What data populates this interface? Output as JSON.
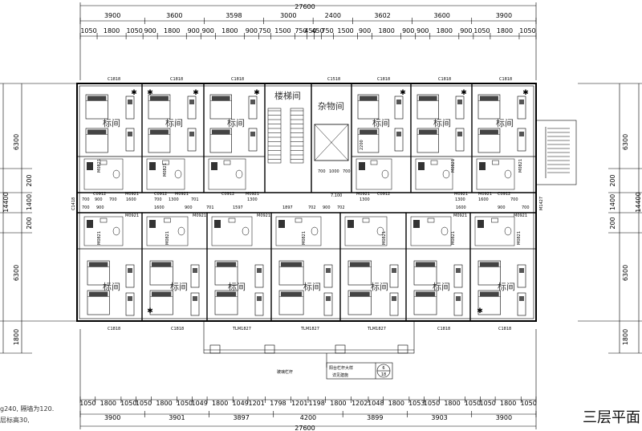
{
  "drawing": {
    "title": "三层平面",
    "notes": [
      "g240, 隔墙为120.",
      "层标高30,"
    ],
    "tag_number": "6",
    "tag_sheet": "18",
    "tag_text_1": "阳台栏杆大样",
    "tag_text_2": "详见建施",
    "glass_rail": "玻璃栏杆"
  },
  "dims": {
    "top_total": "27600",
    "top_bays": [
      "3900",
      "3600",
      "3598",
      "3000",
      "2400",
      "3602",
      "3600",
      "3900"
    ],
    "top_detail": [
      "1050",
      "1800",
      "1050",
      "900",
      "1800",
      "900",
      "900",
      "1800",
      "900",
      "750",
      "1500",
      "750",
      "450",
      "450",
      "750",
      "1500",
      "900",
      "1800",
      "900",
      "900",
      "1800",
      "900",
      "1050",
      "1800",
      "1050"
    ],
    "bottom_detail": [
      "1050",
      "1800",
      "1050",
      "1050",
      "1800",
      "1050",
      "1049",
      "1800",
      "1049",
      "1201",
      "1798",
      "1201",
      "1198",
      "1800",
      "1202",
      "1048",
      "1800",
      "1053",
      "1050",
      "1800",
      "1050",
      "1050",
      "1800",
      "1050"
    ],
    "bottom_bays": [
      "3900",
      "3901",
      "3897",
      "4200",
      "3899",
      "3903",
      "3900"
    ],
    "bottom_total": "27600",
    "left": [
      "6300",
      "200",
      "1400",
      "200",
      "6300",
      "1800"
    ],
    "left_total": "14400",
    "right": [
      "6300",
      "200",
      "1400",
      "200",
      "6300",
      "1800"
    ],
    "right_total": "14400"
  },
  "rooms": {
    "standard": "标间",
    "stair": "楼梯间",
    "storage": "杂物间"
  },
  "labels": {
    "window_c1818": "C1818",
    "window_c1518": "C1518",
    "door_m0921": "M0921",
    "door_m0821": "M0821",
    "door_m1427": "M1427",
    "tlm1827": "TLM1827",
    "c1418": "C1418",
    "c0912": "C0912",
    "level": "7.100",
    "w700": "700",
    "w900": "900",
    "w1600": "1600",
    "w1300": "1300",
    "w701": "701",
    "w1597": "1597",
    "w1897": "1897",
    "w702": "702",
    "w1000": "1000",
    "w2200": "2200"
  }
}
